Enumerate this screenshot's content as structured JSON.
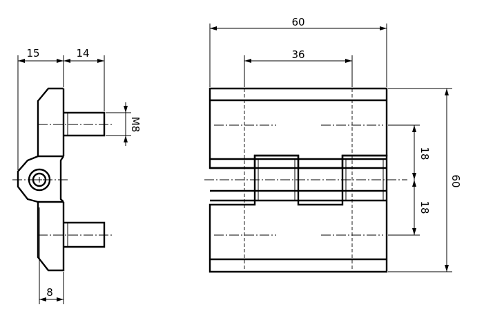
{
  "drawing": {
    "dimensions": {
      "side_flange_width": "15",
      "side_pin_length": "14",
      "side_thread": "M8",
      "side_knuckle_offset": "8",
      "front_total_width": "60",
      "front_pin_spacing": "36",
      "front_half_height_upper": "18",
      "front_half_height_lower": "18",
      "front_total_height": "60"
    }
  }
}
